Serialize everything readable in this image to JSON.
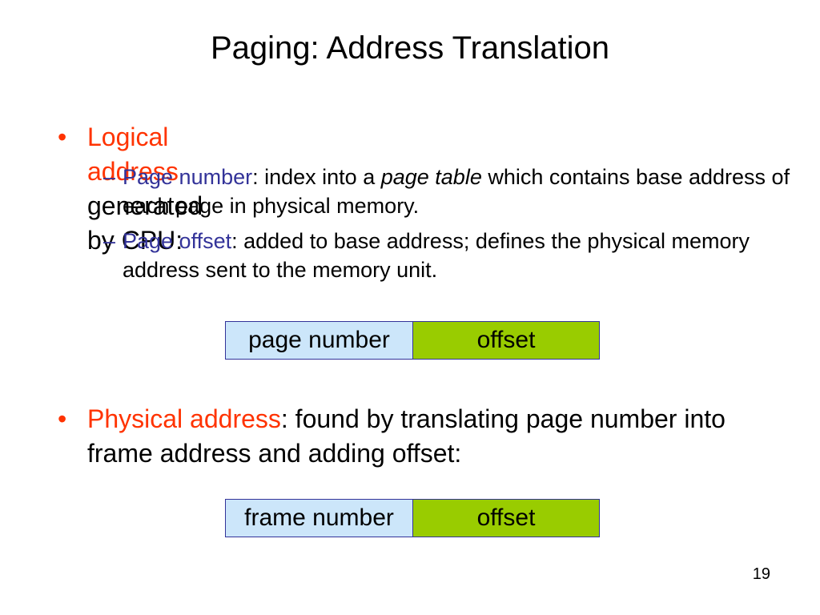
{
  "slide": {
    "title": "Paging: Address Translation",
    "bullet1": {
      "marker": "•",
      "highlight": "Logical address",
      "rest": " generated by CPU:",
      "subs": [
        {
          "marker": "–",
          "highlight": "Page number",
          "text_a": ": index into a ",
          "italic": "page table",
          "text_b": " which contains base address of each page in physical memory."
        },
        {
          "marker": "–",
          "highlight": "Page offset",
          "text_a": ": added to base address; defines the physical memory address sent to the memory unit."
        }
      ]
    },
    "logical_diagram": {
      "left": "page number",
      "right": "offset"
    },
    "bullet2": {
      "marker": "•",
      "highlight": "Physical address",
      "rest": ": found by translating page number into frame address and adding offset:"
    },
    "physical_diagram": {
      "left": "frame number",
      "right": "offset"
    },
    "slide_number": "19"
  },
  "colors": {
    "highlight_red": "#ff3300",
    "highlight_blue": "#333399",
    "box_left_fill": "#cce6fa",
    "box_right_fill": "#99cc00"
  }
}
